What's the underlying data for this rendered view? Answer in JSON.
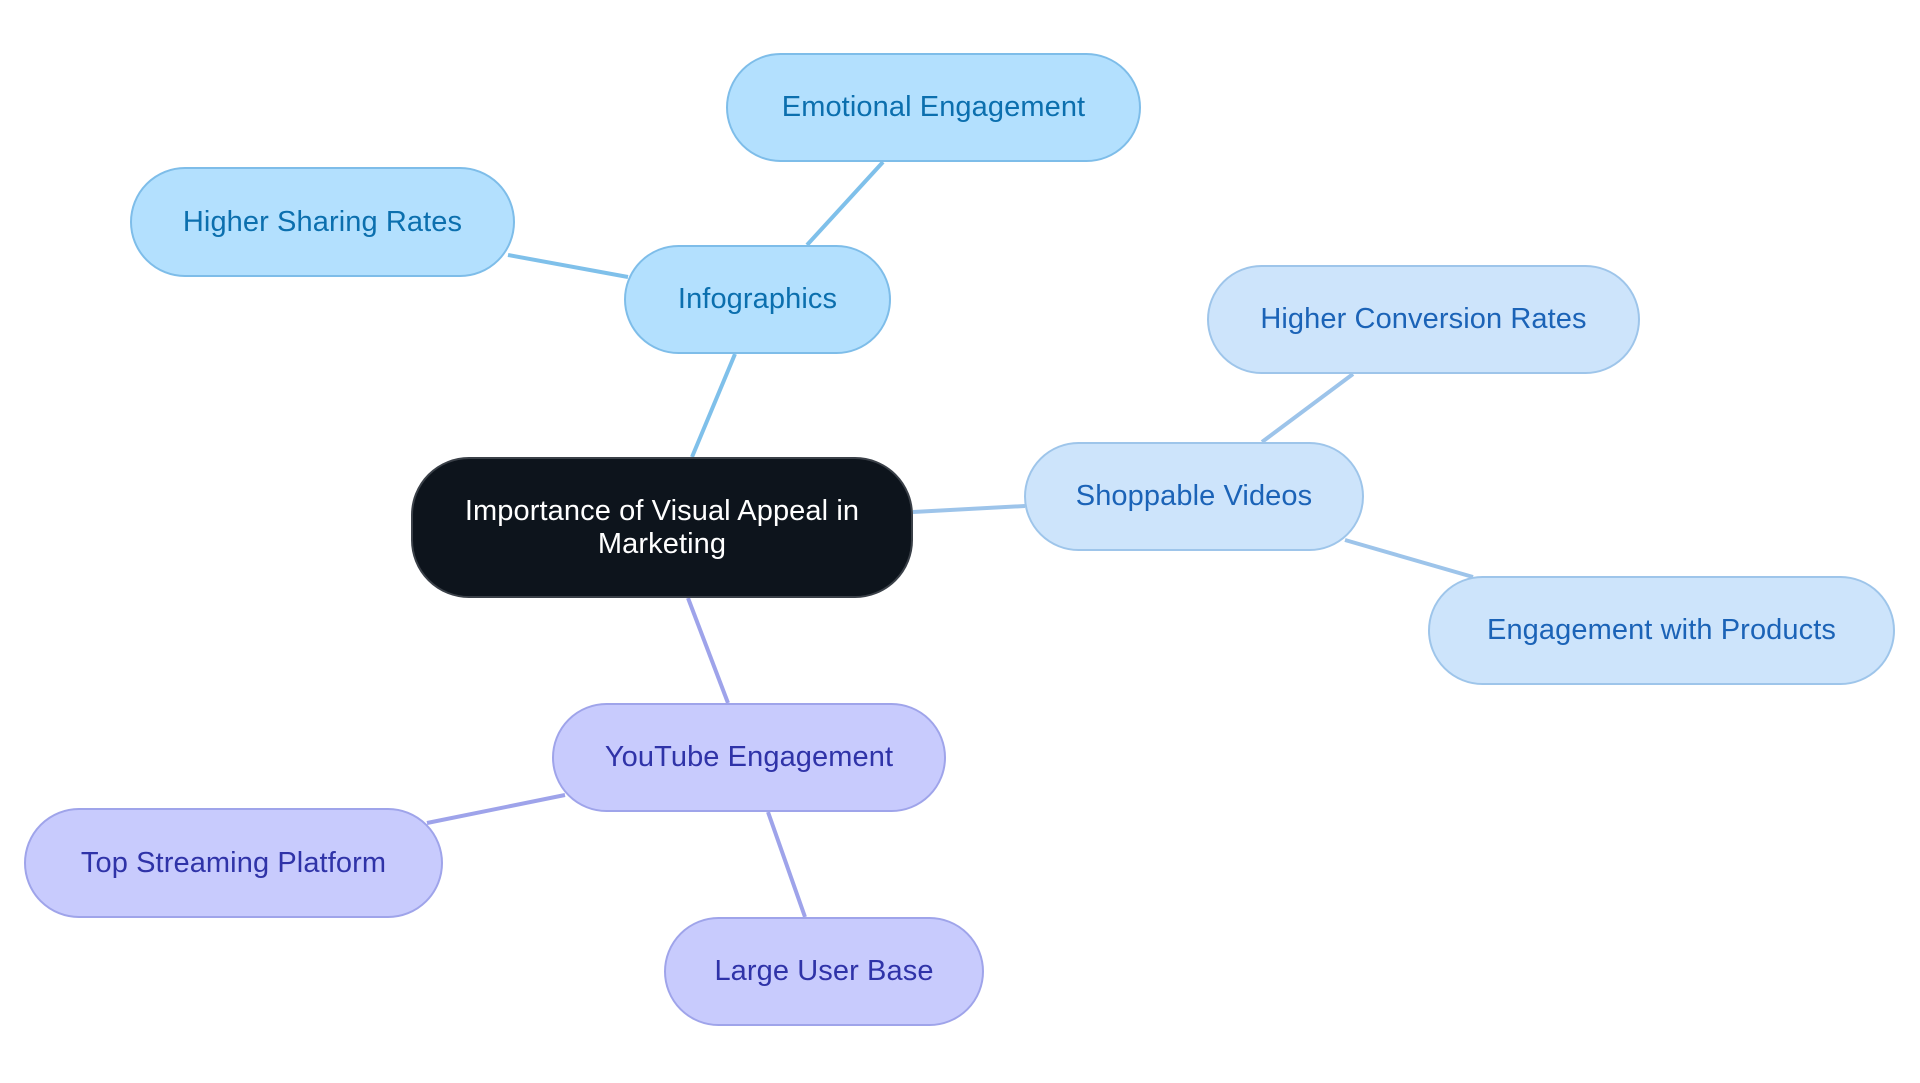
{
  "diagram": {
    "type": "mind-map",
    "root": {
      "id": "root",
      "label": "Importance of Visual Appeal in Marketing",
      "lines": [
        "Importance of Visual Appeal in",
        "Marketing"
      ]
    },
    "colors": {
      "root_fill": "#0d141c",
      "root_text": "#ffffff",
      "infographics_fill": "#b3e0fe",
      "infographics_text": "#0b6fae",
      "infographics_edge": "#7fc0ea",
      "shoppable_fill": "#cde4fb",
      "shoppable_text": "#1b63b7",
      "shoppable_edge": "#9dc4ea",
      "youtube_fill": "#c8cbfd",
      "youtube_text": "#2f33a8",
      "youtube_edge": "#9ea3ea"
    },
    "nodes": [
      {
        "id": "infographics",
        "label": "Infographics",
        "parent": "root",
        "group": "infographics"
      },
      {
        "id": "emotional",
        "label": "Emotional Engagement",
        "parent": "infographics",
        "group": "infographics"
      },
      {
        "id": "sharing",
        "label": "Higher Sharing Rates",
        "parent": "infographics",
        "group": "infographics"
      },
      {
        "id": "shoppable",
        "label": "Shoppable Videos",
        "parent": "root",
        "group": "shoppable"
      },
      {
        "id": "conversion",
        "label": "Higher Conversion Rates",
        "parent": "shoppable",
        "group": "shoppable"
      },
      {
        "id": "products",
        "label": "Engagement with Products",
        "parent": "shoppable",
        "group": "shoppable"
      },
      {
        "id": "youtube",
        "label": "YouTube Engagement",
        "parent": "root",
        "group": "youtube"
      },
      {
        "id": "streaming",
        "label": "Top Streaming Platform",
        "parent": "youtube",
        "group": "youtube"
      },
      {
        "id": "userbase",
        "label": "Large User Base",
        "parent": "youtube",
        "group": "youtube"
      }
    ]
  }
}
